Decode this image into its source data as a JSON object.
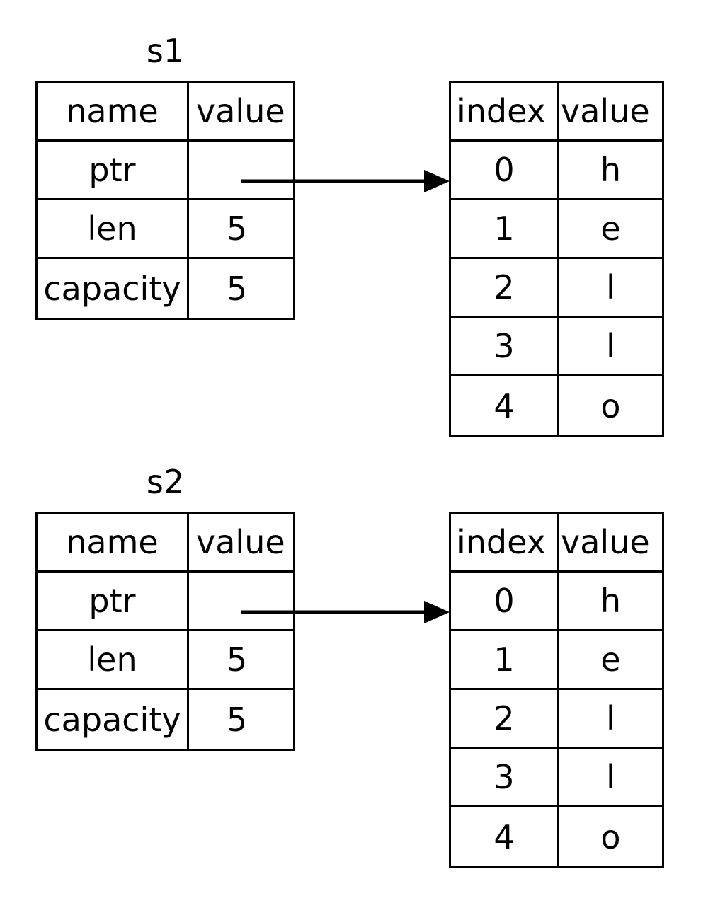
{
  "diagram": {
    "title_note": "Two String variables each pointing at their own heap buffer",
    "groups": [
      {
        "id": "s1",
        "label": "s1",
        "struct_table": {
          "headers": [
            "name",
            "value"
          ],
          "rows": [
            {
              "name": "ptr",
              "value": ""
            },
            {
              "name": "len",
              "value": "5"
            },
            {
              "name": "capacity",
              "value": "5"
            }
          ]
        },
        "buffer_table": {
          "headers": [
            "index",
            "value"
          ],
          "rows": [
            {
              "index": "0",
              "value": "h"
            },
            {
              "index": "1",
              "value": "e"
            },
            {
              "index": "2",
              "value": "l"
            },
            {
              "index": "3",
              "value": "l"
            },
            {
              "index": "4",
              "value": "o"
            }
          ]
        },
        "pointer_arrow": {
          "from": "ptr value cell",
          "to": "buffer index 0 row"
        }
      },
      {
        "id": "s2",
        "label": "s2",
        "struct_table": {
          "headers": [
            "name",
            "value"
          ],
          "rows": [
            {
              "name": "ptr",
              "value": ""
            },
            {
              "name": "len",
              "value": "5"
            },
            {
              "name": "capacity",
              "value": "5"
            }
          ]
        },
        "buffer_table": {
          "headers": [
            "index",
            "value"
          ],
          "rows": [
            {
              "index": "0",
              "value": "h"
            },
            {
              "index": "1",
              "value": "e"
            },
            {
              "index": "2",
              "value": "l"
            },
            {
              "index": "3",
              "value": "l"
            },
            {
              "index": "4",
              "value": "o"
            }
          ]
        },
        "pointer_arrow": {
          "from": "ptr value cell",
          "to": "buffer index 0 row"
        }
      }
    ],
    "colors": {
      "stroke": "#000000",
      "background": "#ffffff",
      "text": "#000000"
    }
  }
}
